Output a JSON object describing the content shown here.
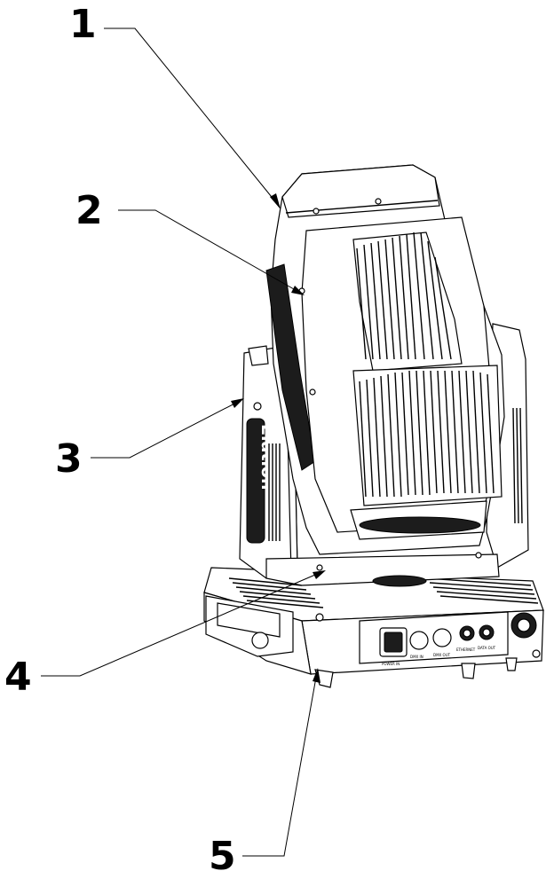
{
  "figure": {
    "callouts": [
      {
        "number": "1"
      },
      {
        "number": "2"
      },
      {
        "number": "3"
      },
      {
        "number": "4"
      },
      {
        "number": "5"
      }
    ],
    "device": {
      "arm_brand": "Elation",
      "panel_labels": [
        "POWER IN",
        "DMX IN",
        "DMX OUT",
        "ETHERNET",
        "DATA OUT"
      ]
    }
  }
}
